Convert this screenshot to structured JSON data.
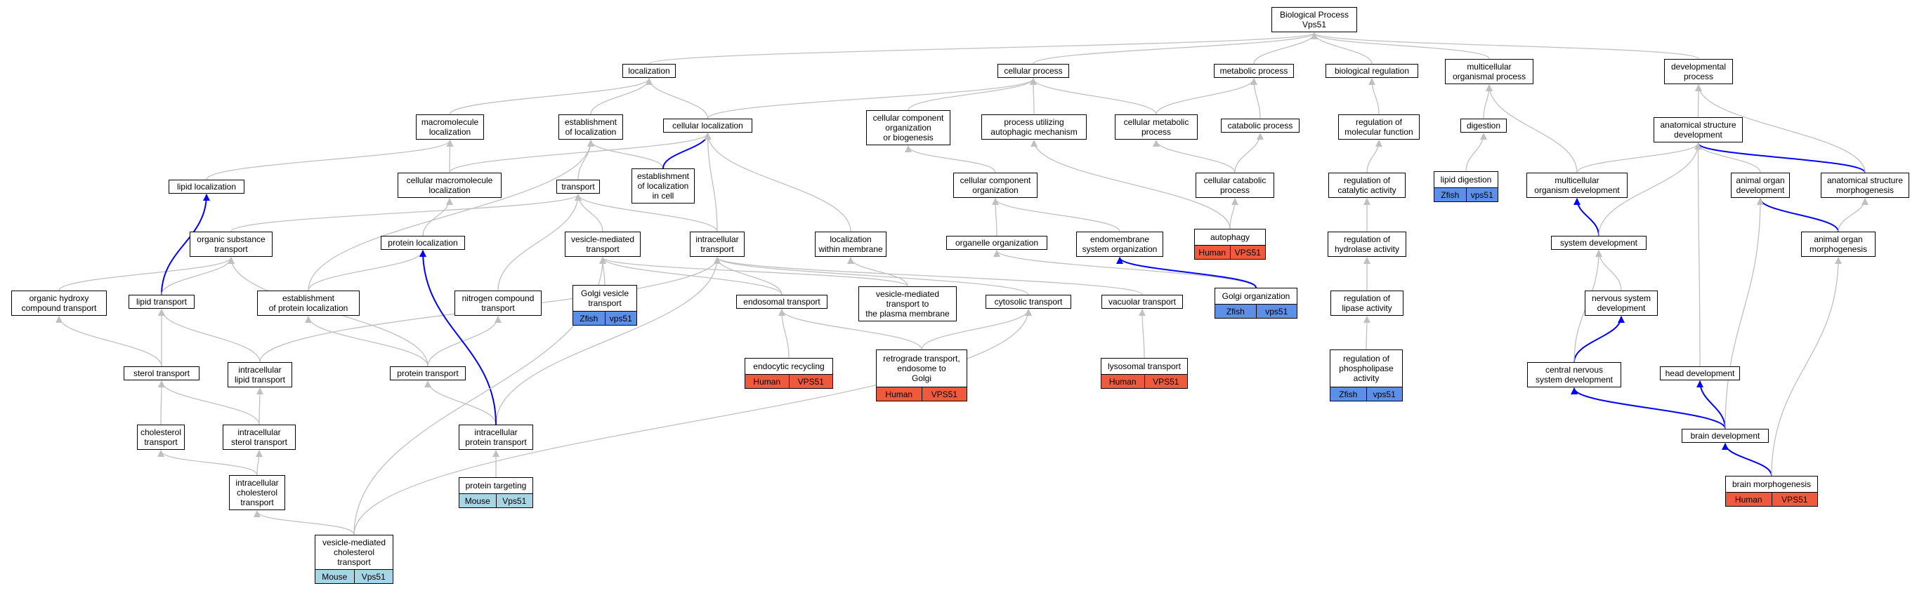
{
  "colors": {
    "edge_default": "#c0c0c0",
    "edge_highlight": "#0000ff",
    "human": "#f05a3c",
    "zfish": "#5b8fe8",
    "mouse": "#a8d5e3"
  },
  "nodes": [
    {
      "id": "bp",
      "label": "Biological Process\nVps51"
    },
    {
      "id": "localization",
      "label": "localization"
    },
    {
      "id": "cellular_process",
      "label": "cellular process"
    },
    {
      "id": "metabolic_process",
      "label": "metabolic process"
    },
    {
      "id": "biological_regulation",
      "label": "biological regulation"
    },
    {
      "id": "multicellular_organismal_process",
      "label": "multicellular\norganismal process"
    },
    {
      "id": "developmental_process",
      "label": "developmental\nprocess"
    },
    {
      "id": "macromolecule_localization",
      "label": "macromolecule\nlocalization"
    },
    {
      "id": "establishment_of_localization",
      "label": "establishment\nof localization"
    },
    {
      "id": "cellular_localization",
      "label": "cellular localization"
    },
    {
      "id": "ccob",
      "label": "cellular component\norganization\nor biogenesis"
    },
    {
      "id": "process_autophagic",
      "label": "process utilizing\nautophagic mechanism"
    },
    {
      "id": "cellular_metabolic_process",
      "label": "cellular metabolic\nprocess"
    },
    {
      "id": "catabolic_process",
      "label": "catabolic process"
    },
    {
      "id": "regulation_molecular_function",
      "label": "regulation of\nmolecular function"
    },
    {
      "id": "digestion",
      "label": "digestion"
    },
    {
      "id": "anatomical_structure_development",
      "label": "anatomical structure\ndevelopment"
    },
    {
      "id": "lipid_localization",
      "label": "lipid localization"
    },
    {
      "id": "cellular_macromolecule_localization",
      "label": "cellular macromolecule\nlocalization"
    },
    {
      "id": "transport",
      "label": "transport"
    },
    {
      "id": "establishment_in_cell",
      "label": "establishment\nof localization\nin cell"
    },
    {
      "id": "cellular_component_organization",
      "label": "cellular component\norganization"
    },
    {
      "id": "cellular_catabolic_process",
      "label": "cellular catabolic\nprocess"
    },
    {
      "id": "regulation_catalytic_activity",
      "label": "regulation of\ncatalytic activity"
    },
    {
      "id": "lipid_digestion",
      "label": "lipid digestion",
      "annotation": {
        "organism": "Zfish",
        "gene": "vps51",
        "style": "zfish"
      }
    },
    {
      "id": "multicellular_organism_development",
      "label": "multicellular\norganism development"
    },
    {
      "id": "animal_organ_development",
      "label": "animal organ\ndevelopment"
    },
    {
      "id": "anatomical_structure_morphogenesis",
      "label": "anatomical structure\nmorphogenesis"
    },
    {
      "id": "organic_substance_transport",
      "label": "organic substance\ntransport"
    },
    {
      "id": "protein_localization",
      "label": "protein localization"
    },
    {
      "id": "vesicle_mediated_transport",
      "label": "vesicle-mediated\ntransport"
    },
    {
      "id": "intracellular_transport",
      "label": "intracellular\ntransport"
    },
    {
      "id": "localization_within_membrane",
      "label": "localization\nwithin membrane"
    },
    {
      "id": "organelle_organization",
      "label": "organelle organization"
    },
    {
      "id": "endomembrane_system_organization",
      "label": "endomembrane\nsystem organization"
    },
    {
      "id": "autophagy",
      "label": "autophagy",
      "annotation": {
        "organism": "Human",
        "gene": "VPS51",
        "style": "human"
      }
    },
    {
      "id": "regulation_hydrolase_activity",
      "label": "regulation of\nhydrolase activity"
    },
    {
      "id": "system_development",
      "label": "system development"
    },
    {
      "id": "animal_organ_morphogenesis",
      "label": "animal organ\nmorphogenesis"
    },
    {
      "id": "organic_hydroxy_compound_transport",
      "label": "organic hydroxy\ncompound transport"
    },
    {
      "id": "lipid_transport",
      "label": "lipid transport"
    },
    {
      "id": "establishment_protein_localization",
      "label": "establishment\nof protein localization"
    },
    {
      "id": "nitrogen_compound_transport",
      "label": "nitrogen compound\ntransport"
    },
    {
      "id": "golgi_vesicle_transport",
      "label": "Golgi vesicle\ntransport",
      "annotation": {
        "organism": "Zfish",
        "gene": "vps51",
        "style": "zfish"
      }
    },
    {
      "id": "endosomal_transport",
      "label": "endosomal transport"
    },
    {
      "id": "vmt_plasma_membrane",
      "label": "vesicle-mediated\ntransport to\nthe plasma membrane"
    },
    {
      "id": "cytosolic_transport",
      "label": "cytosolic transport"
    },
    {
      "id": "vacuolar_transport",
      "label": "vacuolar transport"
    },
    {
      "id": "golgi_organization",
      "label": "Golgi organization",
      "annotation": {
        "organism": "Zfish",
        "gene": "vps51",
        "style": "zfish"
      }
    },
    {
      "id": "regulation_lipase_activity",
      "label": "regulation of\nlipase activity"
    },
    {
      "id": "nervous_system_development",
      "label": "nervous system\ndevelopment"
    },
    {
      "id": "sterol_transport",
      "label": "sterol transport"
    },
    {
      "id": "intracellular_lipid_transport",
      "label": "intracellular\nlipid transport"
    },
    {
      "id": "protein_transport",
      "label": "protein transport"
    },
    {
      "id": "endocytic_recycling",
      "label": "endocytic recycling",
      "annotation": {
        "organism": "Human",
        "gene": "VPS51",
        "style": "human"
      }
    },
    {
      "id": "retrograde_transport",
      "label": "retrograde transport,\nendosome to\nGolgi",
      "annotation": {
        "organism": "Human",
        "gene": "VPS51",
        "style": "human"
      }
    },
    {
      "id": "lysosomal_transport",
      "label": "lysosomal transport",
      "annotation": {
        "organism": "Human",
        "gene": "VPS51",
        "style": "human"
      }
    },
    {
      "id": "regulation_phospholipase_activity",
      "label": "regulation of\nphospholipase\nactivity",
      "annotation": {
        "organism": "Zfish",
        "gene": "vps51",
        "style": "zfish"
      }
    },
    {
      "id": "central_nervous_system_development",
      "label": "central nervous\nsystem development"
    },
    {
      "id": "head_development",
      "label": "head development"
    },
    {
      "id": "cholesterol_transport",
      "label": "cholesterol\ntransport"
    },
    {
      "id": "intracellular_sterol_transport",
      "label": "intracellular\nsterol transport"
    },
    {
      "id": "intracellular_protein_transport",
      "label": "intracellular\nprotein transport"
    },
    {
      "id": "brain_development",
      "label": "brain development"
    },
    {
      "id": "intracellular_cholesterol_transport",
      "label": "intracellular\ncholesterol\ntransport"
    },
    {
      "id": "protein_targeting",
      "label": "protein targeting",
      "annotation": {
        "organism": "Mouse",
        "gene": "Vps51",
        "style": "mouse"
      }
    },
    {
      "id": "brain_morphogenesis",
      "label": "brain morphogenesis",
      "annotation": {
        "organism": "Human",
        "gene": "VPS51",
        "style": "human"
      }
    },
    {
      "id": "vmcct",
      "label": "vesicle-mediated\ncholesterol\ntransport",
      "annotation": {
        "organism": "Mouse",
        "gene": "Vps51",
        "style": "mouse"
      }
    }
  ],
  "edges": [
    {
      "from": "localization",
      "to": "bp"
    },
    {
      "from": "cellular_process",
      "to": "bp"
    },
    {
      "from": "metabolic_process",
      "to": "bp"
    },
    {
      "from": "biological_regulation",
      "to": "bp"
    },
    {
      "from": "multicellular_organismal_process",
      "to": "bp"
    },
    {
      "from": "developmental_process",
      "to": "bp"
    },
    {
      "from": "macromolecule_localization",
      "to": "localization"
    },
    {
      "from": "establishment_of_localization",
      "to": "localization"
    },
    {
      "from": "cellular_localization",
      "to": "localization"
    },
    {
      "from": "cellular_localization",
      "to": "cellular_process"
    },
    {
      "from": "ccob",
      "to": "cellular_process"
    },
    {
      "from": "process_autophagic",
      "to": "cellular_process"
    },
    {
      "from": "cellular_metabolic_process",
      "to": "cellular_process"
    },
    {
      "from": "cellular_metabolic_process",
      "to": "metabolic_process"
    },
    {
      "from": "catabolic_process",
      "to": "metabolic_process"
    },
    {
      "from": "regulation_molecular_function",
      "to": "biological_regulation"
    },
    {
      "from": "digestion",
      "to": "multicellular_organismal_process"
    },
    {
      "from": "anatomical_structure_development",
      "to": "developmental_process"
    },
    {
      "from": "lipid_localization",
      "to": "macromolecule_localization"
    },
    {
      "from": "cellular_macromolecule_localization",
      "to": "macromolecule_localization"
    },
    {
      "from": "cellular_macromolecule_localization",
      "to": "cellular_localization"
    },
    {
      "from": "transport",
      "to": "establishment_of_localization"
    },
    {
      "from": "establishment_in_cell",
      "to": "establishment_of_localization"
    },
    {
      "from": "establishment_in_cell",
      "to": "cellular_localization",
      "highlight": true
    },
    {
      "from": "cellular_component_organization",
      "to": "ccob"
    },
    {
      "from": "cellular_catabolic_process",
      "to": "cellular_metabolic_process"
    },
    {
      "from": "cellular_catabolic_process",
      "to": "catabolic_process"
    },
    {
      "from": "regulation_catalytic_activity",
      "to": "regulation_molecular_function"
    },
    {
      "from": "lipid_digestion",
      "to": "digestion"
    },
    {
      "from": "multicellular_organism_development",
      "to": "anatomical_structure_development"
    },
    {
      "from": "multicellular_organism_development",
      "to": "multicellular_organismal_process"
    },
    {
      "from": "animal_organ_development",
      "to": "anatomical_structure_development"
    },
    {
      "from": "anatomical_structure_morphogenesis",
      "to": "anatomical_structure_development",
      "highlight": true
    },
    {
      "from": "anatomical_structure_morphogenesis",
      "to": "developmental_process"
    },
    {
      "from": "organic_substance_transport",
      "to": "transport"
    },
    {
      "from": "protein_localization",
      "to": "cellular_macromolecule_localization"
    },
    {
      "from": "vesicle_mediated_transport",
      "to": "transport"
    },
    {
      "from": "intracellular_transport",
      "to": "transport"
    },
    {
      "from": "intracellular_transport",
      "to": "cellular_localization"
    },
    {
      "from": "localization_within_membrane",
      "to": "cellular_localization"
    },
    {
      "from": "organelle_organization",
      "to": "cellular_component_organization"
    },
    {
      "from": "endomembrane_system_organization",
      "to": "cellular_component_organization"
    },
    {
      "from": "autophagy",
      "to": "process_autophagic"
    },
    {
      "from": "autophagy",
      "to": "cellular_catabolic_process"
    },
    {
      "from": "regulation_hydrolase_activity",
      "to": "regulation_catalytic_activity"
    },
    {
      "from": "system_development",
      "to": "multicellular_organism_development",
      "highlight": true
    },
    {
      "from": "system_development",
      "to": "anatomical_structure_development"
    },
    {
      "from": "animal_organ_morphogenesis",
      "to": "animal_organ_development",
      "highlight": true
    },
    {
      "from": "animal_organ_morphogenesis",
      "to": "anatomical_structure_morphogenesis"
    },
    {
      "from": "organic_hydroxy_compound_transport",
      "to": "organic_substance_transport"
    },
    {
      "from": "lipid_transport",
      "to": "lipid_localization",
      "highlight": true
    },
    {
      "from": "lipid_transport",
      "to": "organic_substance_transport"
    },
    {
      "from": "establishment_protein_localization",
      "to": "protein_localization"
    },
    {
      "from": "establishment_protein_localization",
      "to": "establishment_of_localization"
    },
    {
      "from": "nitrogen_compound_transport",
      "to": "transport"
    },
    {
      "from": "golgi_vesicle_transport",
      "to": "vesicle_mediated_transport"
    },
    {
      "from": "endosomal_transport",
      "to": "vesicle_mediated_transport"
    },
    {
      "from": "endosomal_transport",
      "to": "intracellular_transport"
    },
    {
      "from": "vmt_plasma_membrane",
      "to": "vesicle_mediated_transport"
    },
    {
      "from": "vmt_plasma_membrane",
      "to": "localization_within_membrane"
    },
    {
      "from": "cytosolic_transport",
      "to": "intracellular_transport"
    },
    {
      "from": "vacuolar_transport",
      "to": "intracellular_transport"
    },
    {
      "from": "golgi_organization",
      "to": "organelle_organization"
    },
    {
      "from": "golgi_organization",
      "to": "endomembrane_system_organization",
      "highlight": true
    },
    {
      "from": "regulation_lipase_activity",
      "to": "regulation_hydrolase_activity"
    },
    {
      "from": "nervous_system_development",
      "to": "system_development"
    },
    {
      "from": "sterol_transport",
      "to": "lipid_transport"
    },
    {
      "from": "sterol_transport",
      "to": "organic_hydroxy_compound_transport"
    },
    {
      "from": "intracellular_lipid_transport",
      "to": "lipid_transport"
    },
    {
      "from": "intracellular_lipid_transport",
      "to": "intracellular_transport"
    },
    {
      "from": "protein_transport",
      "to": "establishment_protein_localization"
    },
    {
      "from": "protein_transport",
      "to": "nitrogen_compound_transport"
    },
    {
      "from": "protein_transport",
      "to": "organic_substance_transport"
    },
    {
      "from": "endocytic_recycling",
      "to": "endosomal_transport"
    },
    {
      "from": "retrograde_transport",
      "to": "endosomal_transport"
    },
    {
      "from": "retrograde_transport",
      "to": "cytosolic_transport"
    },
    {
      "from": "lysosomal_transport",
      "to": "vacuolar_transport"
    },
    {
      "from": "regulation_phospholipase_activity",
      "to": "regulation_lipase_activity"
    },
    {
      "from": "central_nervous_system_development",
      "to": "nervous_system_development",
      "highlight": true
    },
    {
      "from": "central_nervous_system_development",
      "to": "system_development"
    },
    {
      "from": "head_development",
      "to": "anatomical_structure_development"
    },
    {
      "from": "cholesterol_transport",
      "to": "sterol_transport"
    },
    {
      "from": "intracellular_sterol_transport",
      "to": "intracellular_lipid_transport"
    },
    {
      "from": "intracellular_sterol_transport",
      "to": "sterol_transport"
    },
    {
      "from": "intracellular_protein_transport",
      "to": "protein_transport"
    },
    {
      "from": "intracellular_protein_transport",
      "to": "intracellular_transport"
    },
    {
      "from": "intracellular_protein_transport",
      "to": "protein_localization",
      "highlight": true
    },
    {
      "from": "brain_development",
      "to": "central_nervous_system_development",
      "highlight": true
    },
    {
      "from": "brain_development",
      "to": "head_development",
      "highlight": true
    },
    {
      "from": "brain_development",
      "to": "animal_organ_development"
    },
    {
      "from": "intracellular_cholesterol_transport",
      "to": "cholesterol_transport"
    },
    {
      "from": "intracellular_cholesterol_transport",
      "to": "intracellular_sterol_transport"
    },
    {
      "from": "protein_targeting",
      "to": "intracellular_protein_transport"
    },
    {
      "from": "brain_morphogenesis",
      "to": "brain_development",
      "highlight": true
    },
    {
      "from": "brain_morphogenesis",
      "to": "animal_organ_morphogenesis"
    },
    {
      "from": "vmcct",
      "to": "intracellular_cholesterol_transport"
    },
    {
      "from": "vmcct",
      "to": "vesicle_mediated_transport"
    },
    {
      "from": "vmcct",
      "to": "cytosolic_transport"
    }
  ]
}
